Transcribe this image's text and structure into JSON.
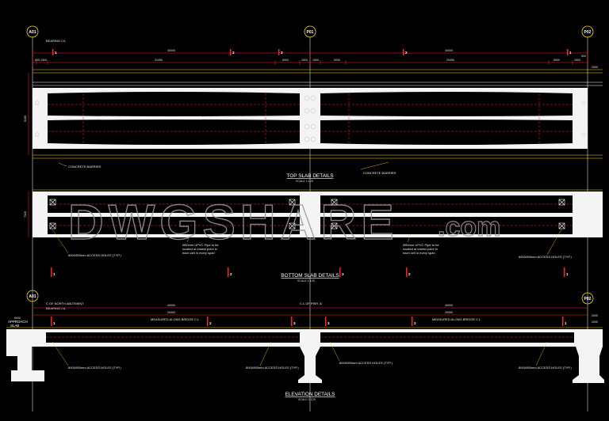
{
  "watermark": {
    "brand": "DWGSHARE",
    "suffix": ".com"
  },
  "colors": {
    "background": "#000000",
    "outline": "#ffffff",
    "dimension": "#ff2020",
    "hidden": "#ff2020",
    "leader": "#ffd400",
    "gridline": "#ffffff"
  },
  "grids": {
    "a01": "A01",
    "p01": "P01",
    "p02": "P02"
  },
  "top_slab": {
    "title": "TOP SLAB DETAILS",
    "scale": "SCALE 1:125",
    "bearing": "BEARING C/L",
    "barrier_left": "CONCRETE BARRIER",
    "barrier_right": "CONCRETE BARRIER",
    "span1": "40000",
    "span2": "40000",
    "sub_left": [
      "500",
      "1500"
    ],
    "sub_mid1": "31450",
    "sub_mid2": [
      "5000",
      "1500"
    ],
    "sub_mid3": [
      "1500",
      "5000"
    ],
    "sub_mid4": "29450",
    "sub_right": [
      "5000",
      "1500",
      "500"
    ],
    "end_dim": "2000",
    "width": "5150",
    "markers": [
      "1",
      "2",
      "3",
      "2",
      "1"
    ]
  },
  "bottom_slab": {
    "title": "BOTTOM SLAB DETAILS",
    "scale": "SCALE 1:125",
    "width": "7320",
    "access_left": "800X800mm ACCESS HOLES (TYP.)",
    "pipe_left": [
      "Ø50mm UPVC Pipe to be",
      "located at lowest point in",
      "each cell in every span"
    ],
    "pipe_right": [
      "Ø50mm UPVC Pipe to be",
      "located at lowest point in",
      "each cell in every span"
    ],
    "access_right": "800X800mm ACCESS HOLES (TYP.)",
    "markers": [
      "1",
      "2",
      "3",
      "2",
      "1"
    ]
  },
  "elevation": {
    "title": "ELEVATION DETAILS",
    "scale": "SCALE 1:125",
    "north_abutment": "C OF NORTH ABUTMENT",
    "bearing": "BEARING C/L",
    "pier": "C.L OF PIER 'A'",
    "span1": "40000",
    "span2": "40000",
    "sub1": "29450",
    "sub2": "29450",
    "approach": [
      "APPROACH",
      "SLAB"
    ],
    "approach_dim": "6000",
    "measured_left": "MEASURED ALONG BRIDGE C.L",
    "measured_right": "MEASURED ALONG BRIDGE C.L",
    "access_a": "800X800mm ACCESS HOLES (TYP.)",
    "access_b": "800X800mm ACCESS HOLES (TYP.)",
    "access_c": "800X800mm ACCESS HOLES (TYP.)",
    "access_d": "800X800mm ACCESS HOLES (TYP.)",
    "right_dims": [
      "2000",
      "2000"
    ],
    "markers": [
      "1",
      "2",
      "3",
      "3",
      "2",
      "1"
    ]
  }
}
